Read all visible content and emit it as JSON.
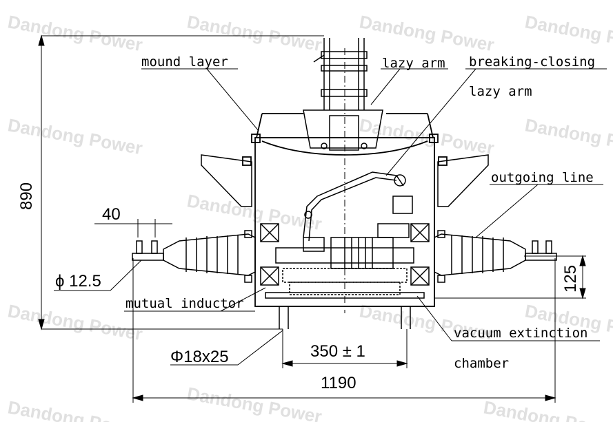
{
  "watermark": "Dandong Power",
  "labels": {
    "mound_layer": "mound layer",
    "lazy_arm": "lazy arm",
    "breaking_closing": "breaking-closing",
    "breaking_closing_lazy_arm": "lazy arm",
    "outgoing_line": "outgoing line",
    "mutual_inductor": "mutual inductor",
    "vacuum_extinction": "vacuum extinction",
    "chamber": "chamber"
  },
  "dimensions": {
    "height": "890",
    "terminal_spacing": "40",
    "terminal_dia": "ϕ 12.5",
    "mount_hole": "Φ18x25",
    "mount_spacing": "350 ± 1",
    "total_width": "1190",
    "terminal_height": "125"
  }
}
